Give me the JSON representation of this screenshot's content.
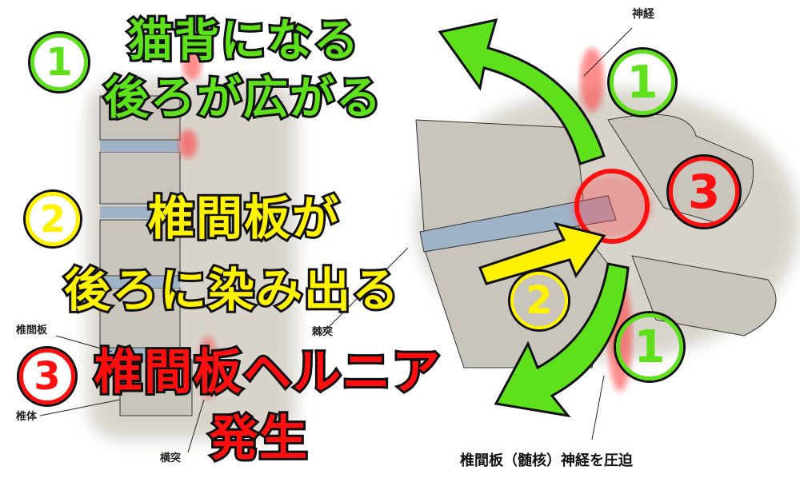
{
  "left_steps": [
    {
      "number": "1",
      "lines": [
        "猫背になる",
        "後ろが広がる"
      ],
      "color": "#5ee01a"
    },
    {
      "number": "2",
      "lines": [
        "椎間板が",
        "後ろに染み出る"
      ],
      "color": "#fff200"
    },
    {
      "number": "3",
      "lines": [
        "椎間板ヘルニア",
        "発生"
      ],
      "color": "#ff0f0f"
    }
  ],
  "left_labels": {
    "disc": "椎間板",
    "spinous": "棘突",
    "transverse": "横突",
    "body": "椎体"
  },
  "right_labels": {
    "nerve": "神経",
    "caption": "椎間板（髄核）神経を圧迫"
  },
  "right_markers": {
    "top": "1",
    "bottom": "1",
    "middle": "2",
    "hernia": "3"
  }
}
